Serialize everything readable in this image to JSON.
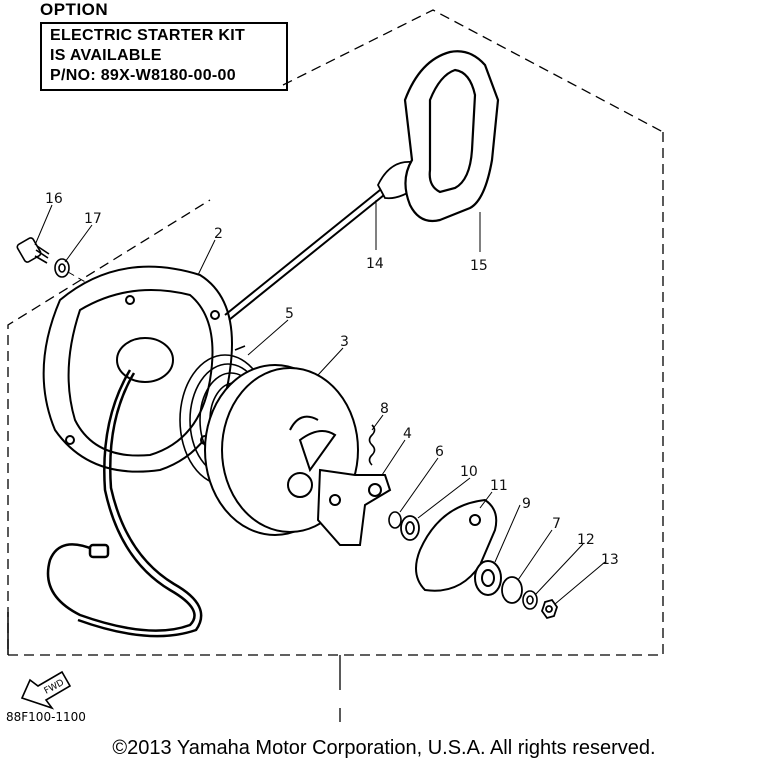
{
  "option": {
    "label": "OPTION",
    "lines": [
      "ELECTRIC STARTER KIT",
      "IS AVAILABLE",
      "P/NO: 89X-W8180-00-00"
    ]
  },
  "callouts": {
    "c2": "2",
    "c3": "3",
    "c4": "4",
    "c5": "5",
    "c6": "6",
    "c7": "7",
    "c8": "8",
    "c9": "9",
    "c10": "10",
    "c11": "11",
    "c12": "12",
    "c13": "13",
    "c14": "14",
    "c15": "15",
    "c16": "16",
    "c17": "17"
  },
  "fwd_label": "FWD",
  "figure_code": "88F100-1100",
  "copyright": "©2013 Yamaha Motor Corporation, U.S.A. All rights reserved."
}
